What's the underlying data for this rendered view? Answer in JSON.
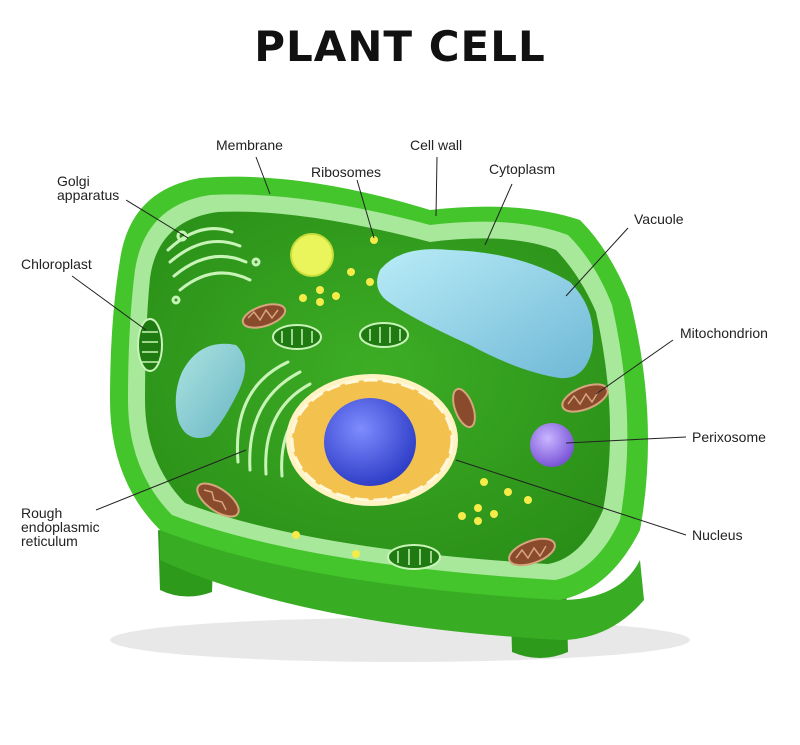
{
  "title": "PLANT CELL",
  "labels": {
    "membrane": "Membrane",
    "cell_wall": "Cell wall",
    "ribosomes": "Ribosomes",
    "cytoplasm": "Cytoplasm",
    "golgi_line1": "Golgi",
    "golgi_line2": "apparatus",
    "vacuole": "Vacuole",
    "chloroplast": "Chloroplast",
    "mitochondrion": "Mitochondrion",
    "perixosome": "Perixosome",
    "rough_er_line1": "Rough",
    "rough_er_line2": "endoplasmic",
    "rough_er_line3": "reticulum",
    "nucleus": "Nucleus"
  },
  "colors": {
    "cell_wall": "#3fc02a",
    "cytoplasm": "#2e9a1c",
    "vacuole": "#8fd3e8",
    "nucleus_envelope": "#f3c24e",
    "nucleolus": "#4b5fe0",
    "mitochondrion": "#8a4a2c",
    "perixosome": "#9b7be8",
    "ribosome": "#f5ec4a"
  }
}
